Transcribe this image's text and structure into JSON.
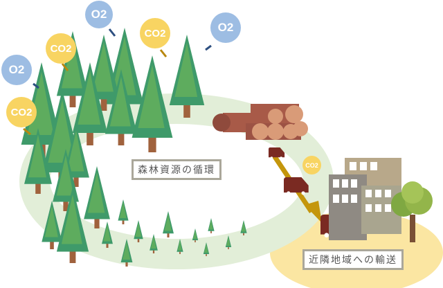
{
  "title_cycle": "森林資源の循環",
  "title_transport": "近隣地域への輸送",
  "bubbles": {
    "o2_label": "O2",
    "co2_label": "CO2"
  },
  "colors": {
    "o2": "#9dbde3",
    "co2": "#f8d462",
    "ring": "#e2eed8",
    "region": "#fbe6a2",
    "truck": "#7a2a22",
    "arrow": "#c4960c",
    "log": "#b0624f"
  }
}
